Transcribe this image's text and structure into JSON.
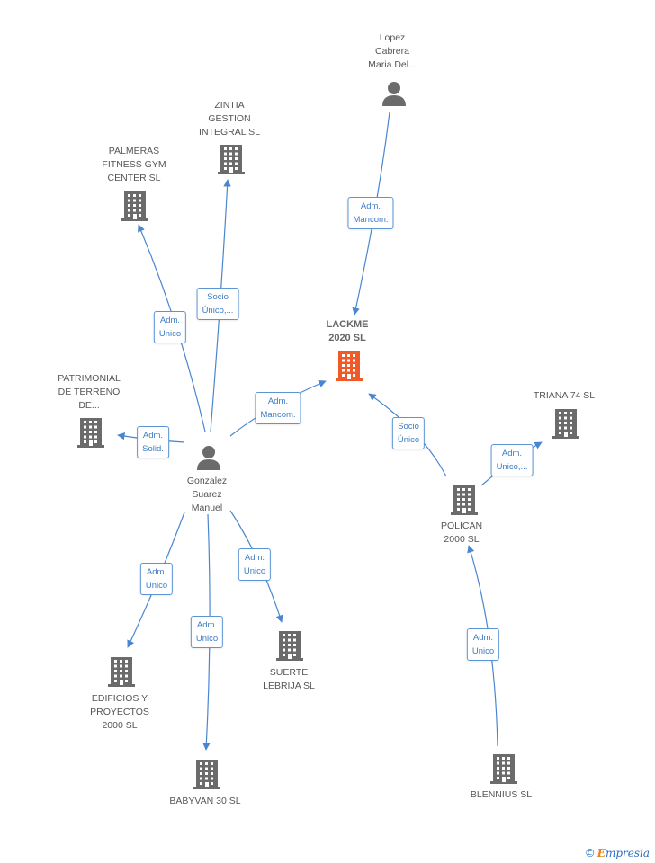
{
  "colors": {
    "edge": "#4a86cf",
    "building": "#6b6b6b",
    "building_focus": "#f05a28",
    "person": "#6b6b6b"
  },
  "nodes": [
    {
      "id": "lackme",
      "type": "company",
      "focus": true,
      "label": "LACKME\n2020 SL"
    },
    {
      "id": "lopez",
      "type": "person",
      "label": "Lopez\nCabrera\nMaria Del..."
    },
    {
      "id": "zintia",
      "type": "company",
      "label": "ZINTIA\nGESTION\nINTEGRAL SL"
    },
    {
      "id": "palmeras",
      "type": "company",
      "label": "PALMERAS\nFITNESS GYM\nCENTER SL"
    },
    {
      "id": "patrimonial",
      "type": "company",
      "label": "PATRIMONIAL\nDE TERRENO\nDE..."
    },
    {
      "id": "gonzalez",
      "type": "person",
      "label": "Gonzalez\nSuarez\nManuel"
    },
    {
      "id": "edificios",
      "type": "company",
      "label": "EDIFICIOS Y\nPROYECTOS\n2000 SL"
    },
    {
      "id": "babyvan",
      "type": "company",
      "label": "BABYVAN 30 SL"
    },
    {
      "id": "suerte",
      "type": "company",
      "label": "SUERTE\nLEBRIJA SL"
    },
    {
      "id": "triana",
      "type": "company",
      "label": "TRIANA 74 SL"
    },
    {
      "id": "polican",
      "type": "company",
      "label": "POLICAN\n2000 SL"
    },
    {
      "id": "blennius",
      "type": "company",
      "label": "BLENNIUS SL"
    }
  ],
  "edges": [
    {
      "id": "lopez-lackme",
      "from": "lopez",
      "to": "lackme",
      "label": "Adm.\nMancom."
    },
    {
      "id": "gonzalez-lackme",
      "from": "gonzalez",
      "to": "lackme",
      "label": "Adm.\nMancom."
    },
    {
      "id": "gonzalez-zintia",
      "from": "gonzalez",
      "to": "zintia",
      "label": "Socio\nÚnico,..."
    },
    {
      "id": "gonzalez-palmeras",
      "from": "gonzalez",
      "to": "palmeras",
      "label": "Adm.\nUnico"
    },
    {
      "id": "gonzalez-patrimonial",
      "from": "gonzalez",
      "to": "patrimonial",
      "label": "Adm.\nSolid."
    },
    {
      "id": "gonzalez-edificios",
      "from": "gonzalez",
      "to": "edificios",
      "label": "Adm.\nUnico"
    },
    {
      "id": "gonzalez-babyvan",
      "from": "gonzalez",
      "to": "babyvan",
      "label": "Adm.\nUnico"
    },
    {
      "id": "gonzalez-suerte",
      "from": "gonzalez",
      "to": "suerte",
      "label": "Adm.\nUnico"
    },
    {
      "id": "polican-lackme",
      "from": "polican",
      "to": "lackme",
      "label": "Socio\nÚnico"
    },
    {
      "id": "polican-triana",
      "from": "polican",
      "to": "triana",
      "label": "Adm.\nUnico,..."
    },
    {
      "id": "blennius-polican",
      "from": "blennius",
      "to": "polican",
      "label": "Adm.\nUnico"
    }
  ],
  "footer": {
    "copyright": "©",
    "brand_initial": "E",
    "brand_rest": "mpresia"
  }
}
